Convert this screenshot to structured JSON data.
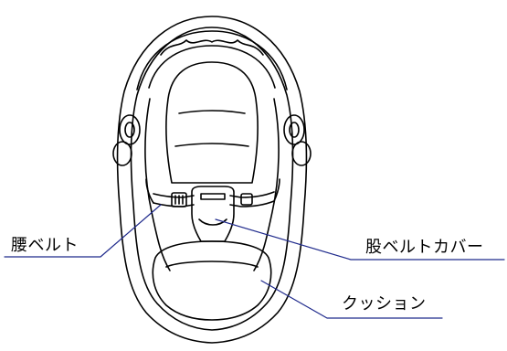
{
  "labels": {
    "waist_belt": "腰ベルト",
    "crotch_belt_cover": "股ベルトカバー",
    "cushion": "クッション"
  },
  "colors": {
    "outline": "#000000",
    "leader": "#1f2a8c",
    "background": "#ffffff"
  }
}
